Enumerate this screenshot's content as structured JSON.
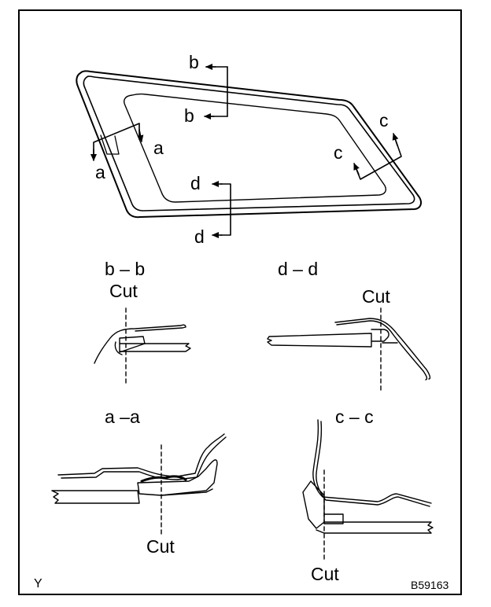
{
  "labels": {
    "main_b_top": "b",
    "main_b_bottom": "b",
    "main_a_left": "a",
    "main_a_right": "a",
    "main_c_top": "c",
    "main_c_left": "c",
    "main_d_top": "d",
    "main_d_bottom": "d"
  },
  "sections": {
    "bb": {
      "title": "b – b",
      "cut": "Cut"
    },
    "dd": {
      "title": "d – d",
      "cut": "Cut"
    },
    "aa": {
      "title": "a –a",
      "cut": "Cut"
    },
    "cc": {
      "title": "c – c",
      "cut": "Cut"
    }
  },
  "footer": {
    "left_mark": "Y",
    "figure_id": "B59163"
  }
}
